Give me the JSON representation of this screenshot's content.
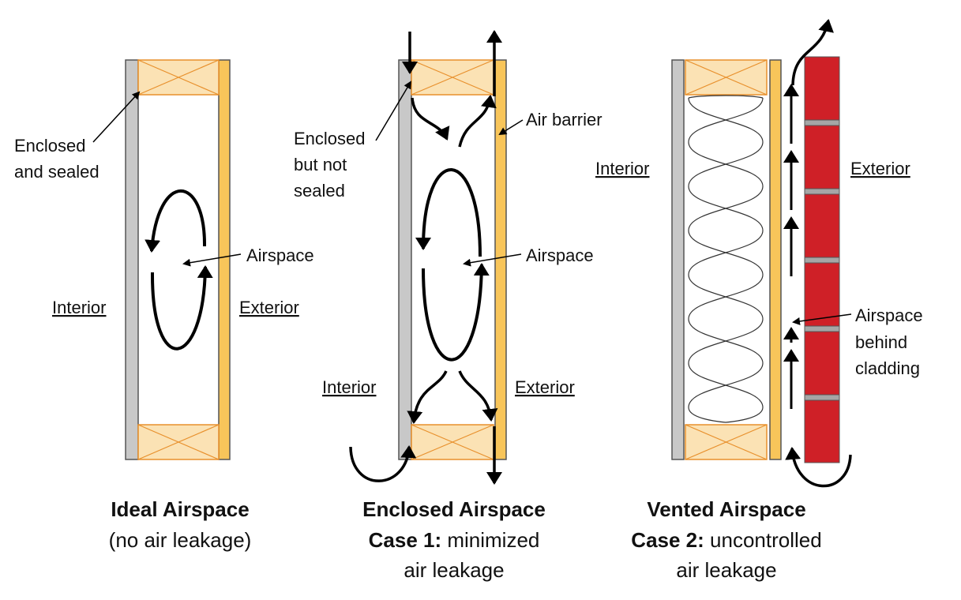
{
  "colors": {
    "gypsum": "#c8c8c8",
    "sheathing": "#f8c55a",
    "plate_fill": "#fbe2b4",
    "plate_stroke": "#e8902c",
    "brick": "#cf2027",
    "mortar": "#a6a6a6",
    "arrow": "#000000"
  },
  "panels": [
    {
      "name": "ideal",
      "labels": {
        "enclosed": [
          "Enclosed",
          "and sealed"
        ],
        "airspace": "Airspace",
        "interior": "Interior",
        "exterior": "Exterior"
      },
      "caption": {
        "title": "Ideal Airspace",
        "line2": "(no air leakage)"
      }
    },
    {
      "name": "enclosed",
      "labels": {
        "enclosed": [
          "Enclosed",
          "but not",
          "sealed"
        ],
        "air_barrier": "Air barrier",
        "airspace": "Airspace",
        "interior": "Interior",
        "exterior": "Exterior"
      },
      "caption": {
        "title": "Enclosed Airspace",
        "case": "Case 1:",
        "case_rest": " minimized",
        "line3": "air leakage"
      }
    },
    {
      "name": "vented",
      "labels": {
        "interior": "Interior",
        "exterior": "Exterior",
        "airspace": [
          "Airspace",
          "behind",
          "cladding"
        ]
      },
      "caption": {
        "title": "Vented Airspace",
        "case": "Case 2:",
        "case_rest": " uncontrolled",
        "line3": "air leakage"
      }
    }
  ]
}
